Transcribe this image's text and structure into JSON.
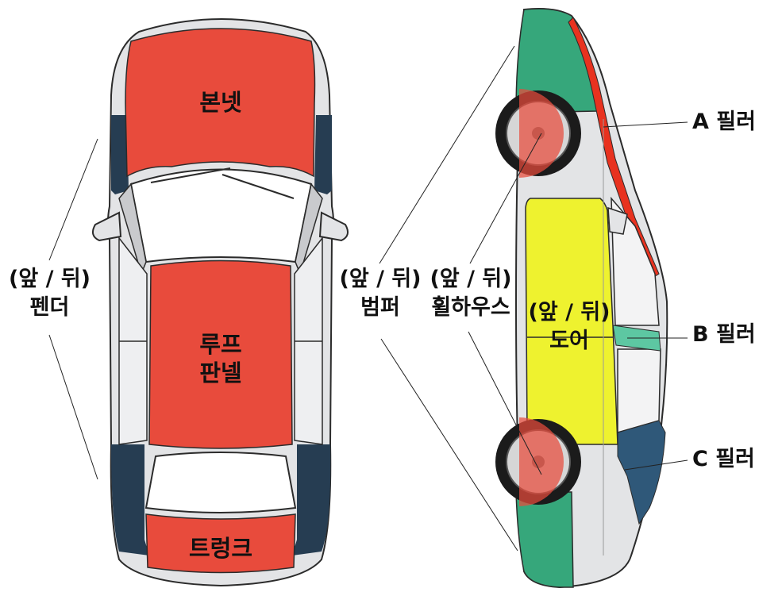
{
  "top_view": {
    "bonnet": "본넷",
    "roof_line1": "루프",
    "roof_line2": "판넬",
    "trunk": "트렁크",
    "fender_line1": "(앞 / 뒤)",
    "fender_line2": "펜더"
  },
  "side_view": {
    "bumper_line1": "(앞 / 뒤)",
    "bumper_line2": "범퍼",
    "wheelhouse_line1": "(앞 / 뒤)",
    "wheelhouse_line2": "휠하우스",
    "door_line1": "(앞 / 뒤)",
    "door_line2": "도어",
    "a_pillar": "A 필러",
    "b_pillar": "B 필러",
    "c_pillar": "C 필러"
  },
  "colors": {
    "red_panel": "#e84b3c",
    "navy_panel": "#263d52",
    "green_panel": "#36a77b",
    "yellow_panel": "#eef22f",
    "mint_panel": "#5dc7a2",
    "blue_panel": "#2f5879",
    "body_gray": "#e3e4e6",
    "outline": "#2b2b2b"
  }
}
